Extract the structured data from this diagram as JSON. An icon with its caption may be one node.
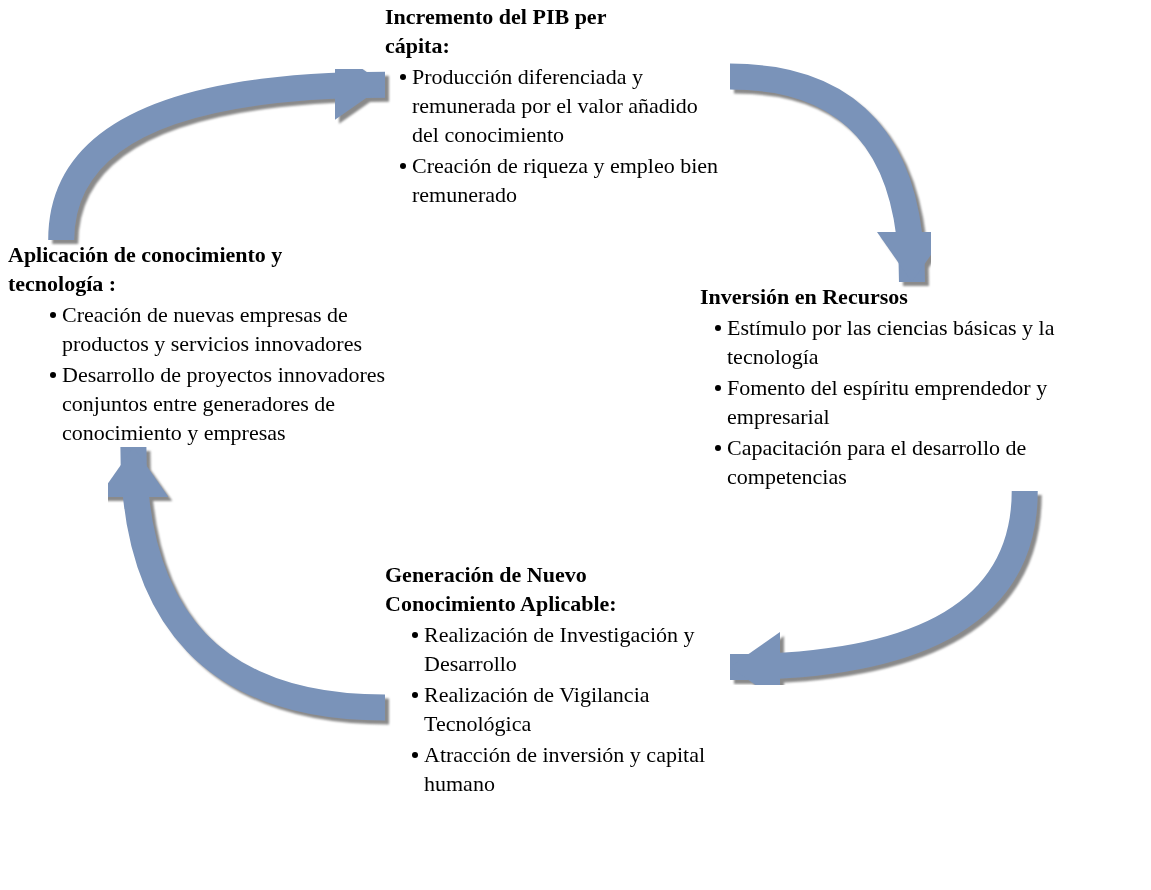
{
  "diagram": {
    "nodes": [
      {
        "text": [
          "Incremento del PIB per cápita:",
          "Producción diferenciada y remunerada por el valor añadido del conocimiento",
          "Creación de riqueza y empleo bien remunerado"
        ]
      },
      {
        "text": [
          "Inversión en Recursos",
          "Estímulo por las ciencias básicas y la tecnología",
          "Fomento del espíritu emprendedor y empresarial",
          "Capacitación para el desarrollo de competencias"
        ]
      },
      {
        "text": [
          "Generación de Nuevo Conocimiento Aplicable:",
          "Realización de Investigación y Desarrollo",
          "Realización de Vigilancia Tecnológica",
          "Atracción de inversión y capital humano"
        ]
      },
      {
        "text": [
          "Aplicación de conocimiento y tecnología :",
          "Creación de nuevas empresas de productos y servicios innovadores",
          "Desarrollo de proyectos innovadores conjuntos  entre generadores de conocimiento y empresas"
        ]
      }
    ],
    "edges": [
      {
        "from": 0,
        "to": 1,
        "arrow": "to"
      },
      {
        "from": 1,
        "to": 2,
        "arrow": "to"
      },
      {
        "from": 2,
        "to": 3,
        "arrow": "to"
      },
      {
        "from": 3,
        "to": 0,
        "arrow": "to"
      }
    ]
  }
}
